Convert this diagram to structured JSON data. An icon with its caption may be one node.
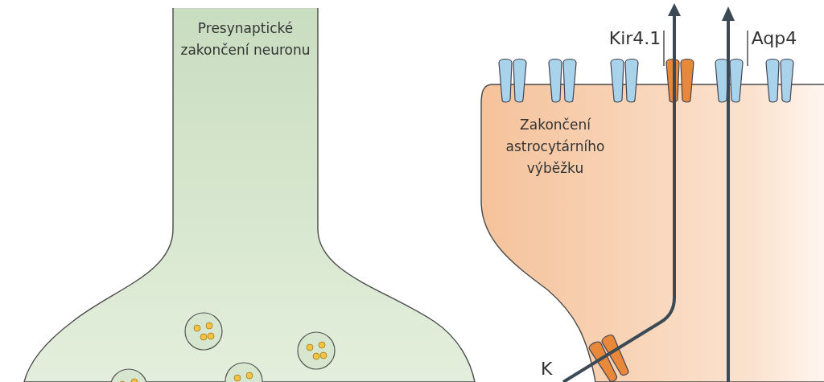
{
  "diagram": {
    "nodes": [
      {
        "text": [
          "Presynaptické zakončení neuronu"
        ]
      },
      {
        "text": [
          "Zakončení astrocytárního výběžku"
        ]
      },
      {
        "text": [
          "Kir4.1"
        ]
      },
      {
        "text": [
          "Aqp4"
        ]
      },
      {
        "text": [],
        "shape": "picture"
      },
      {
        "text": [],
        "shape": "picture"
      }
    ],
    "edges": [
      {
        "from": 2,
        "to": 4,
        "arrow": "none"
      },
      {
        "from": 3,
        "to": 5,
        "arrow": "none"
      }
    ],
    "labels": [
      "K"
    ]
  }
}
